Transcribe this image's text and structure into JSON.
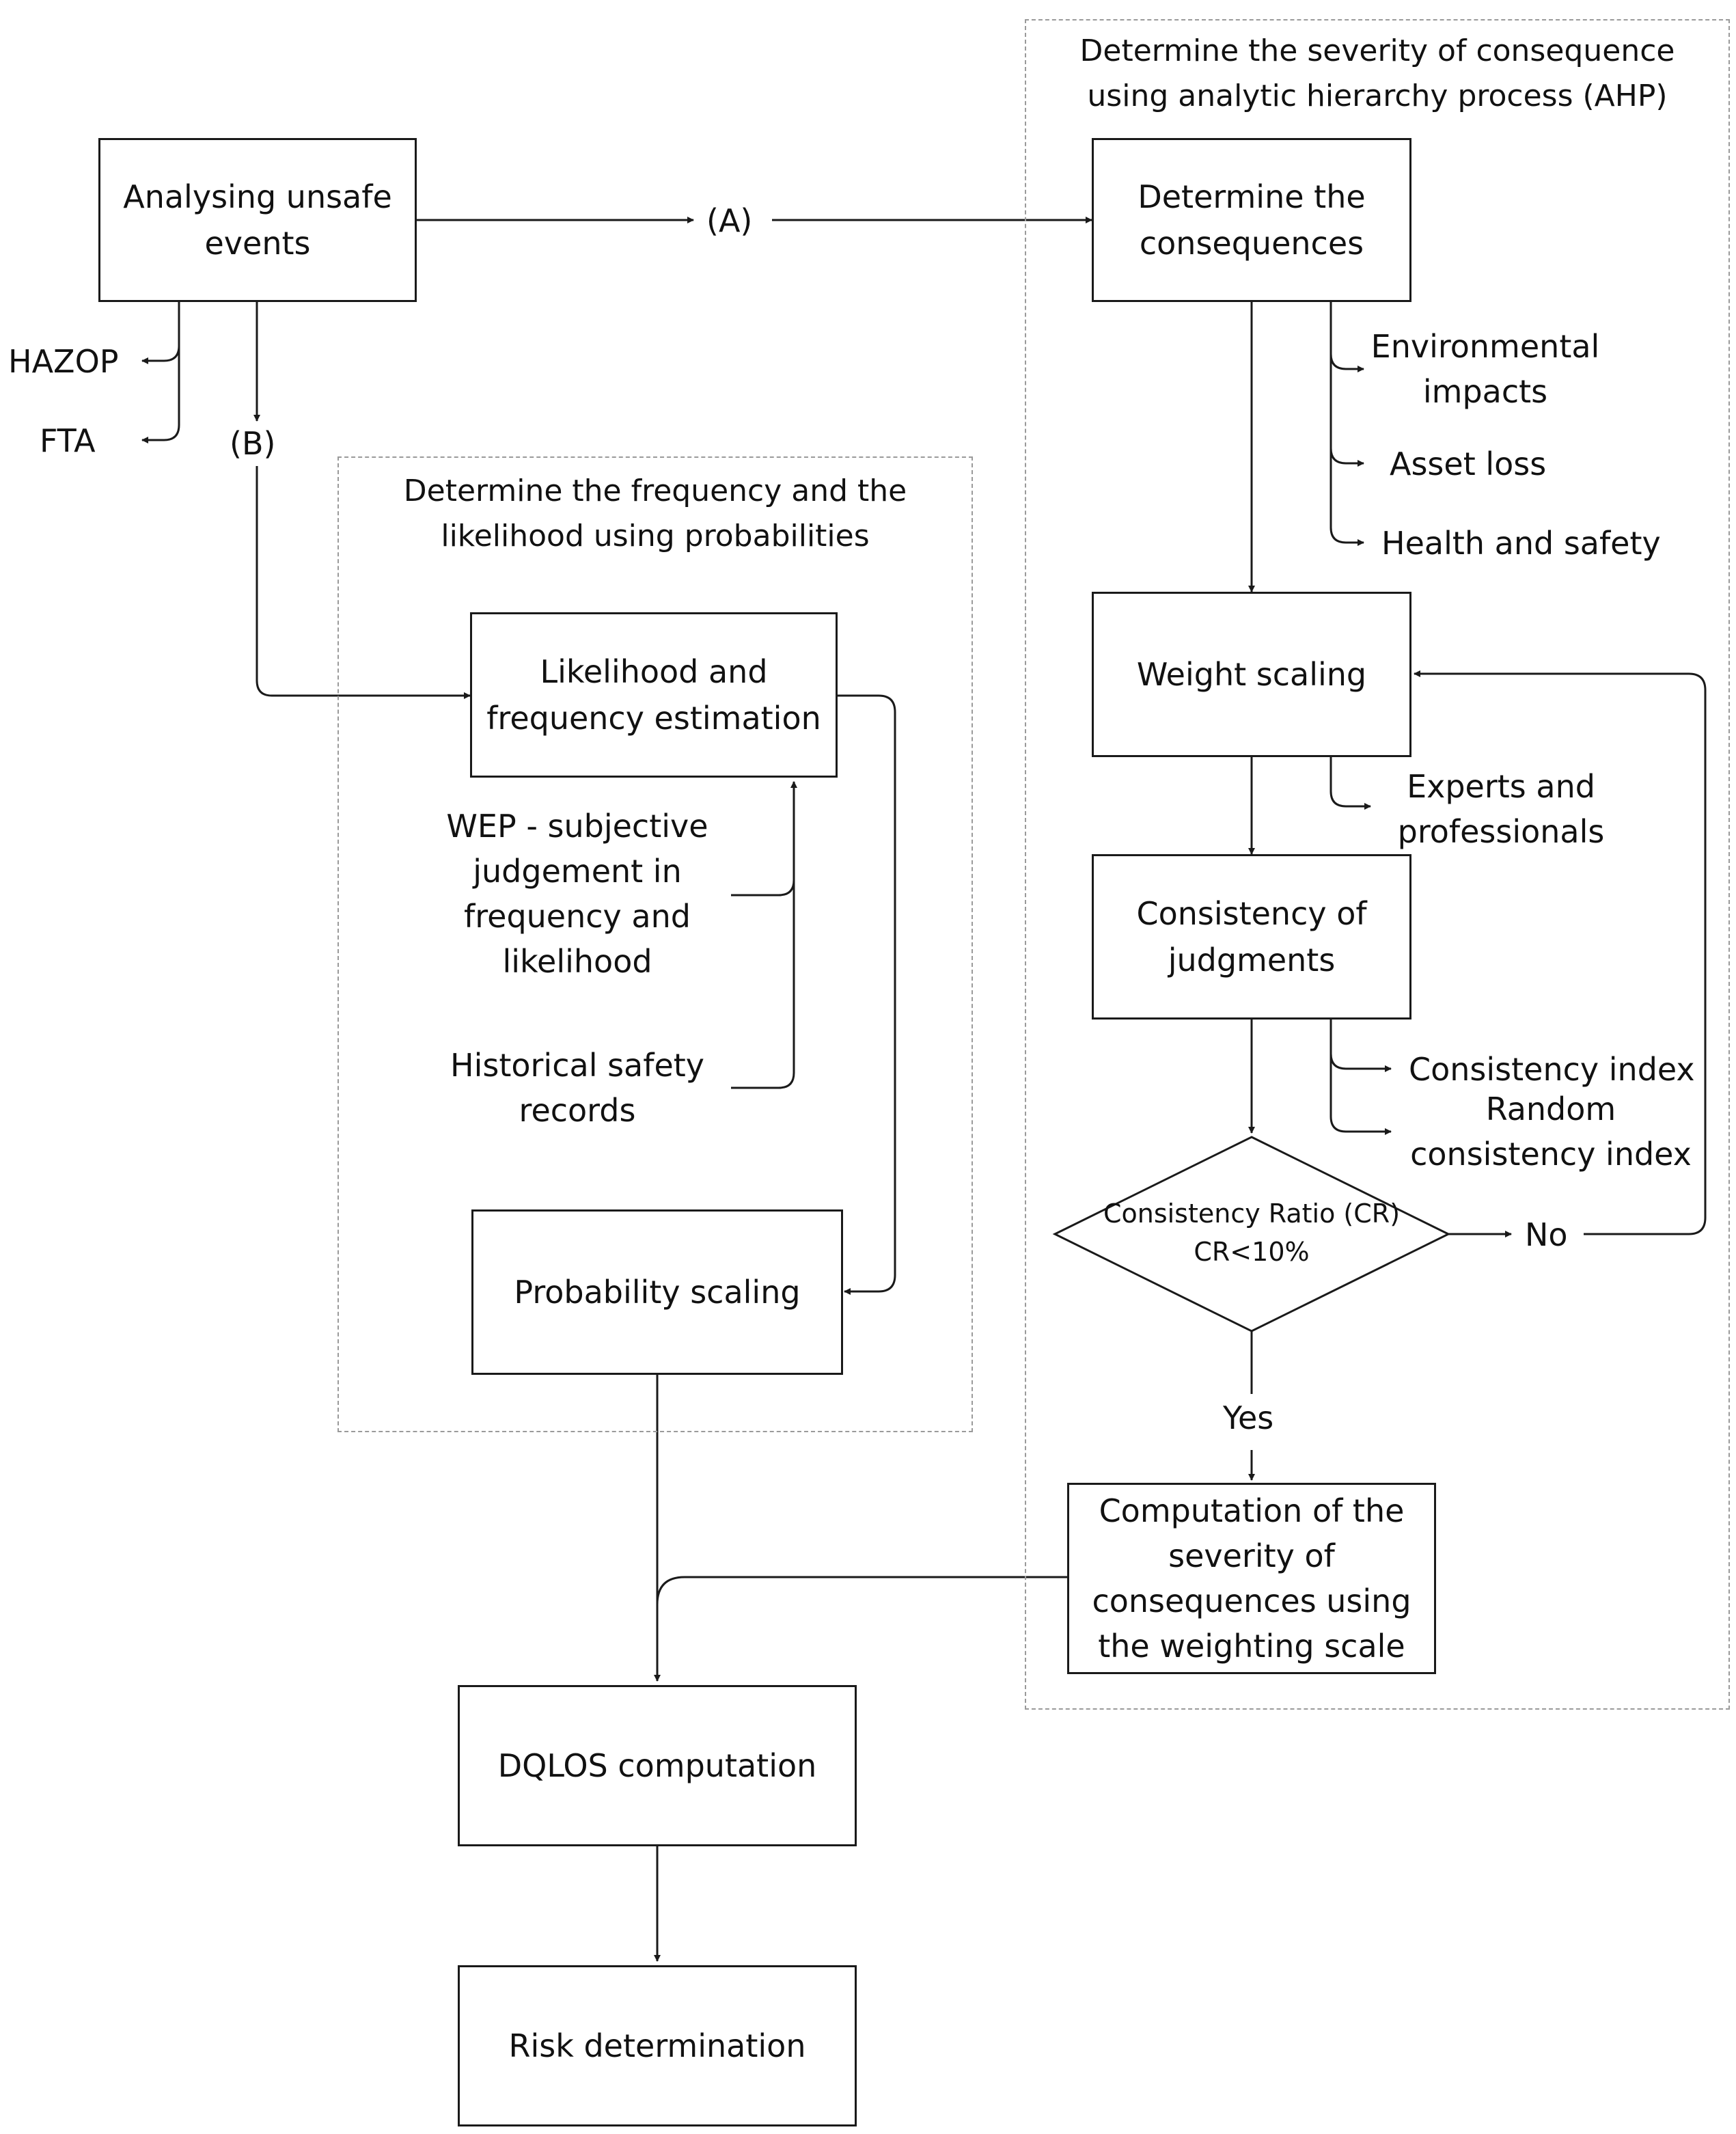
{
  "groups": {
    "ahp": {
      "title_line1": "Determine the severity of consequence",
      "title_line2": "using analytic hierarchy process (AHP)"
    },
    "probability": {
      "title_line1": "Determine the frequency and the",
      "title_line2": "likelihood using probabilities"
    }
  },
  "boxes": {
    "analysing": {
      "line1": "Analysing unsafe",
      "line2": "events"
    },
    "determine_consequences": {
      "line1": "Determine the",
      "line2": "consequences"
    },
    "likelihood": {
      "line1": "Likelihood and",
      "line2": "frequency estimation"
    },
    "weight_scaling": {
      "line1": "Weight scaling"
    },
    "consistency_judgments": {
      "line1": "Consistency of",
      "line2": "judgments"
    },
    "probability_scaling": {
      "line1": "Probability scaling"
    },
    "computation_severity": {
      "line1": "Computation of the",
      "line2": "severity of",
      "line3": "consequences using",
      "line4": "the weighting scale"
    },
    "dqlos": {
      "line1": "DQLOS computation"
    },
    "risk": {
      "line1": "Risk determination"
    }
  },
  "decision": {
    "line1": "Consistency Ratio (CR)",
    "line2": "CR<10%"
  },
  "labels": {
    "hazop": "HAZOP",
    "fta": "FTA",
    "a": "(A)",
    "b": "(B)",
    "env_line1": "Environmental",
    "env_line2": "impacts",
    "asset_loss": "Asset loss",
    "health_safety": "Health and safety",
    "experts_line1": "Experts and",
    "experts_line2": "professionals",
    "consistency_index": "Consistency index",
    "random_line1": "Random",
    "random_line2": "consistency index",
    "no": "No",
    "yes": "Yes",
    "wep_line1": "WEP - subjective",
    "wep_line2": "judgement in",
    "wep_line3": "frequency and",
    "wep_line4": "likelihood",
    "hist_line1": "Historical safety",
    "hist_line2": "records"
  },
  "colors": {
    "line": "#1a1a1a",
    "group_border": "#9a9a9a",
    "text": "#111111"
  }
}
